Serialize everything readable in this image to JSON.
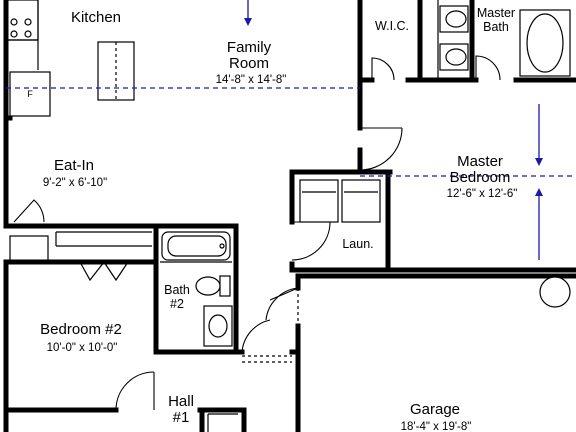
{
  "colors": {
    "wall": "#000000",
    "dimension_line": "#1a1aa6",
    "background": "#ffffff"
  },
  "rooms": {
    "kitchen": {
      "name": "Kitchen"
    },
    "family_room": {
      "name_line1": "Family",
      "name_line2": "Room",
      "size": "14'-8\" x 14'-8\""
    },
    "wic": {
      "name": "W.I.C."
    },
    "master_bath": {
      "name_line1": "Master",
      "name_line2": "Bath"
    },
    "eat_in": {
      "name": "Eat-In",
      "size": "9'-2\" x 6'-10\""
    },
    "master_bedroom": {
      "name_line1": "Master",
      "name_line2": "Bedroom",
      "size": "12'-6\" x 12'-6\""
    },
    "laundry": {
      "name": "Laun."
    },
    "bath2": {
      "name_line1": "Bath",
      "name_line2": "#2"
    },
    "bedroom2": {
      "name": "Bedroom #2",
      "size": "10'-0\" x 10'-0\""
    },
    "hall1": {
      "name_line1": "Hall",
      "name_line2": "#1"
    },
    "garage": {
      "name": "Garage",
      "size": "18'-4\" x 19'-8\""
    }
  },
  "appliances": {
    "fridge_label": "F"
  }
}
